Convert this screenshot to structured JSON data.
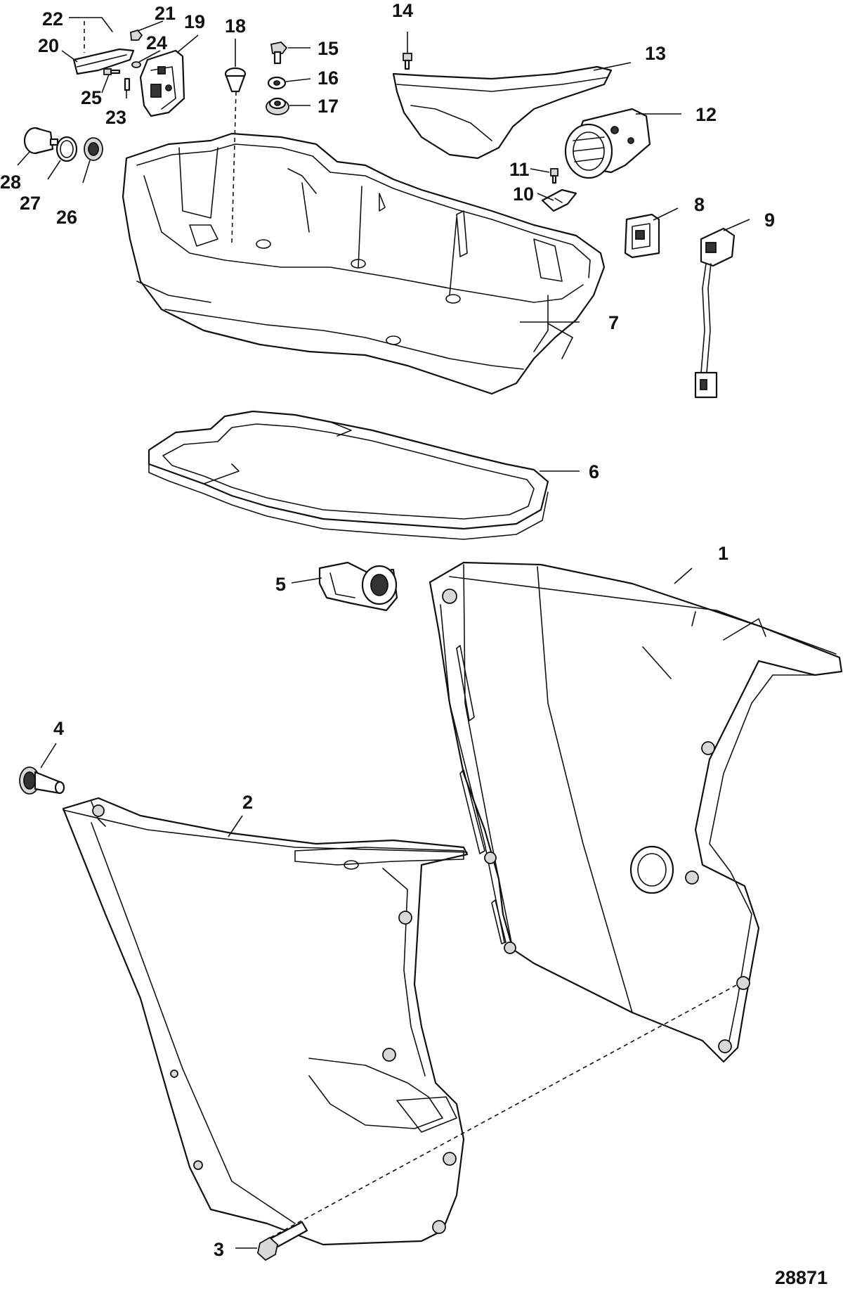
{
  "figure_number": "28871",
  "callouts": [
    "1",
    "2",
    "3",
    "4",
    "5",
    "6",
    "7",
    "8",
    "9",
    "10",
    "11",
    "12",
    "13",
    "14",
    "15",
    "16",
    "17",
    "18",
    "19",
    "20",
    "21",
    "22",
    "23",
    "24",
    "25",
    "26",
    "27",
    "28"
  ]
}
